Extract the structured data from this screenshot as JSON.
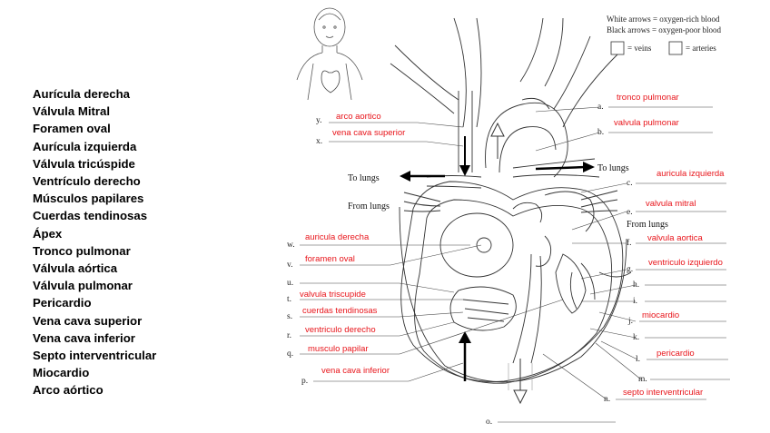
{
  "word_bank": [
    "Aurícula derecha",
    "Válvula Mitral",
    "Foramen oval",
    "Aurícula izquierda",
    "Válvula tricúspide",
    "Ventrículo derecho",
    "Músculos papilares",
    "Cuerdas tendinosas",
    "Ápex",
    "Tronco pulmonar",
    "Válvula aórtica",
    "Válvula pulmonar",
    "Pericardio",
    "Vena cava superior",
    "Vena cava inferior",
    "Septo interventricular",
    "Miocardio",
    "Arco aórtico"
  ],
  "legend": {
    "line1": "White arrows = oxygen-rich blood",
    "line2": "Black arrows = oxygen-poor blood",
    "veins": "= veins",
    "arteries": "= arteries"
  },
  "side_labels": {
    "to_lungs_left": "To lungs",
    "from_lungs_left": "From lungs",
    "to_lungs_right": "To lungs",
    "from_lungs_right": "From lungs"
  },
  "letters": {
    "a": "a.",
    "b": "b.",
    "c": "c.",
    "e": "e.",
    "f": "f.",
    "g": "g.",
    "h": "h.",
    "i": "i.",
    "j": "j.",
    "k": "k.",
    "l": "l.",
    "m": "m.",
    "n": "n.",
    "o": "o.",
    "p": "p.",
    "q": "q.",
    "r": "r.",
    "s": "s.",
    "t": "t.",
    "u": "u.",
    "v": "v.",
    "w": "w.",
    "x": "x.",
    "y": "y."
  },
  "answers": {
    "a": "tronco pulmonar",
    "b": "valvula pulmonar",
    "c": "auricula izquierda",
    "e": "valvula mitral",
    "f": "valvula aortica",
    "g": "ventriculo izquierdo",
    "j": "miocardio",
    "l": "pericardio",
    "n": "septo interventricular",
    "y": "arco aortico",
    "x": "vena cava superior",
    "w": "auricula derecha",
    "v": "foramen oval",
    "t": "valvula triscupide",
    "s": "cuerdas tendinosas",
    "r": "ventriculo derecho",
    "q": "musculo papilar",
    "p": "vena cava inferior"
  }
}
